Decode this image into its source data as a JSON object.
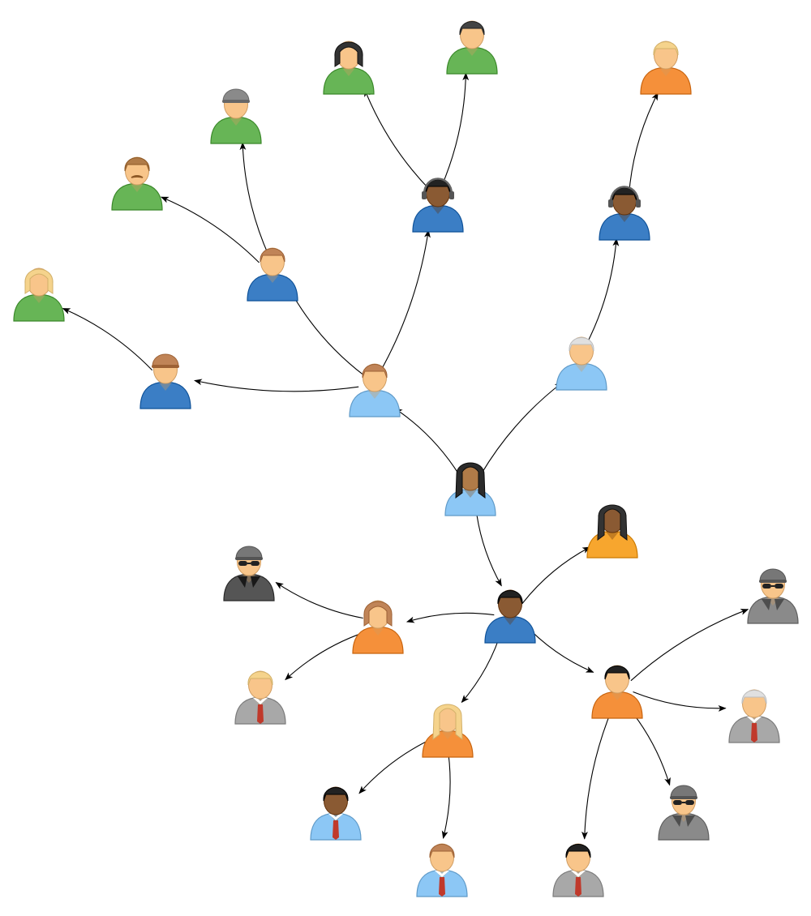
{
  "diagram": {
    "type": "network",
    "nodes": [
      {
        "id": "root",
        "icon": "woman-dark-skin-icon",
        "shirt": "#8cc7f5",
        "skin": "#b07b48",
        "hair": "#2b2b2b",
        "style": "long"
      },
      {
        "id": "n1",
        "icon": "man-blue-shirt-icon",
        "shirt": "#8cc7f5",
        "skin": "#f8c58a",
        "hair": "#c08457",
        "style": "short"
      },
      {
        "id": "n2",
        "icon": "cap-hoodie-man-icon",
        "shirt": "#3b7ec5",
        "skin": "#f8c58a",
        "hair": "#c08457",
        "style": "cap"
      },
      {
        "id": "n3",
        "icon": "blonde-woman-green-icon",
        "shirt": "#67b556",
        "skin": "#f8c58a",
        "hair": "#f5d38c",
        "style": "bob"
      },
      {
        "id": "n4",
        "icon": "man-blue-hoodie-icon",
        "shirt": "#3b7ec5",
        "skin": "#f8c58a",
        "hair": "#c08457",
        "style": "short"
      },
      {
        "id": "n5",
        "icon": "mustache-man-green-icon",
        "shirt": "#67b556",
        "skin": "#f8c58a",
        "hair": "#b07b48",
        "style": "mustache"
      },
      {
        "id": "n6",
        "icon": "beanie-man-green-icon",
        "shirt": "#67b556",
        "skin": "#f8c58a",
        "hair": "#8a8a8a",
        "style": "cap"
      },
      {
        "id": "n7",
        "icon": "headset-operator-icon",
        "shirt": "#3b7ec5",
        "skin": "#8a5a33",
        "hair": "#222222",
        "style": "headset"
      },
      {
        "id": "n8",
        "icon": "woman-green-dark-hair-icon",
        "shirt": "#67b556",
        "skin": "#f8c58a",
        "hair": "#333333",
        "style": "bob"
      },
      {
        "id": "n9",
        "icon": "man-green-dark-hair-icon",
        "shirt": "#67b556",
        "skin": "#f8c58a",
        "hair": "#444444",
        "style": "short"
      },
      {
        "id": "n10",
        "icon": "elderly-man-blue-icon",
        "shirt": "#8cc7f5",
        "skin": "#f8c58a",
        "hair": "#e0e0e0",
        "style": "short"
      },
      {
        "id": "n11",
        "icon": "headset-operator-icon",
        "shirt": "#3b7ec5",
        "skin": "#8a5a33",
        "hair": "#222222",
        "style": "headset"
      },
      {
        "id": "n12",
        "icon": "blonde-man-orange-icon",
        "shirt": "#f5903a",
        "skin": "#f8c58a",
        "hair": "#f5d38c",
        "style": "short"
      },
      {
        "id": "n13",
        "icon": "man-blue-hoodie-dark-skin-icon",
        "shirt": "#3b7ec5",
        "skin": "#8a5a33",
        "hair": "#222222",
        "style": "short"
      },
      {
        "id": "n14",
        "icon": "long-hair-woman-orange-icon",
        "shirt": "#f7a62e",
        "skin": "#8a5a33",
        "hair": "#333333",
        "style": "long"
      },
      {
        "id": "n15",
        "icon": "woman-orange-icon",
        "shirt": "#f5903a",
        "skin": "#f8c58a",
        "hair": "#c08457",
        "style": "bob"
      },
      {
        "id": "n16",
        "icon": "spy-icon",
        "shirt": "#555555",
        "skin": "#f8c58a",
        "hair": "#777777",
        "style": "spy"
      },
      {
        "id": "n17",
        "icon": "blonde-businessman-icon",
        "shirt": "#a8a8a8",
        "skin": "#f8c58a",
        "hair": "#f5d38c",
        "style": "tie"
      },
      {
        "id": "n18",
        "icon": "blonde-woman-orange-icon",
        "shirt": "#f5903a",
        "skin": "#f8c58a",
        "hair": "#f5d38c",
        "style": "longblonde"
      },
      {
        "id": "n19",
        "icon": "dark-skin-man-blue-icon",
        "shirt": "#8cc7f5",
        "skin": "#8a5a33",
        "hair": "#222222",
        "style": "tie"
      },
      {
        "id": "n20",
        "icon": "bearded-man-blue-icon",
        "shirt": "#8cc7f5",
        "skin": "#f8c58a",
        "hair": "#c08457",
        "style": "tie"
      },
      {
        "id": "n21",
        "icon": "man-orange-hoodie-icon",
        "shirt": "#f5903a",
        "skin": "#f8c58a",
        "hair": "#222222",
        "style": "short"
      },
      {
        "id": "n22",
        "icon": "spy-beard-grey-icon",
        "shirt": "#8a8a8a",
        "skin": "#f8c58a",
        "hair": "#777777",
        "style": "spy"
      },
      {
        "id": "n23",
        "icon": "elderly-bearded-man-icon",
        "shirt": "#a8a8a8",
        "skin": "#f8c58a",
        "hair": "#e0e0e0",
        "style": "tie"
      },
      {
        "id": "n24",
        "icon": "spy-headset-icon",
        "shirt": "#8a8a8a",
        "skin": "#f8c58a",
        "hair": "#777777",
        "style": "spy"
      },
      {
        "id": "n25",
        "icon": "businessman-grey-icon",
        "shirt": "#a8a8a8",
        "skin": "#f8c58a",
        "hair": "#222222",
        "style": "tie"
      }
    ],
    "edges": [
      {
        "from": "root",
        "to": "n1"
      },
      {
        "from": "n1",
        "to": "n2"
      },
      {
        "from": "n2",
        "to": "n3"
      },
      {
        "from": "n1",
        "to": "n4"
      },
      {
        "from": "n4",
        "to": "n5"
      },
      {
        "from": "n4",
        "to": "n6"
      },
      {
        "from": "n1",
        "to": "n7"
      },
      {
        "from": "n7",
        "to": "n8"
      },
      {
        "from": "n7",
        "to": "n9"
      },
      {
        "from": "root",
        "to": "n10"
      },
      {
        "from": "n10",
        "to": "n11"
      },
      {
        "from": "n11",
        "to": "n12"
      },
      {
        "from": "root",
        "to": "n13"
      },
      {
        "from": "n13",
        "to": "n14"
      },
      {
        "from": "n13",
        "to": "n15"
      },
      {
        "from": "n15",
        "to": "n16"
      },
      {
        "from": "n15",
        "to": "n17"
      },
      {
        "from": "n13",
        "to": "n18"
      },
      {
        "from": "n18",
        "to": "n19"
      },
      {
        "from": "n18",
        "to": "n20"
      },
      {
        "from": "n13",
        "to": "n21"
      },
      {
        "from": "n21",
        "to": "n22"
      },
      {
        "from": "n21",
        "to": "n23"
      },
      {
        "from": "n21",
        "to": "n24"
      },
      {
        "from": "n21",
        "to": "n25"
      }
    ]
  }
}
